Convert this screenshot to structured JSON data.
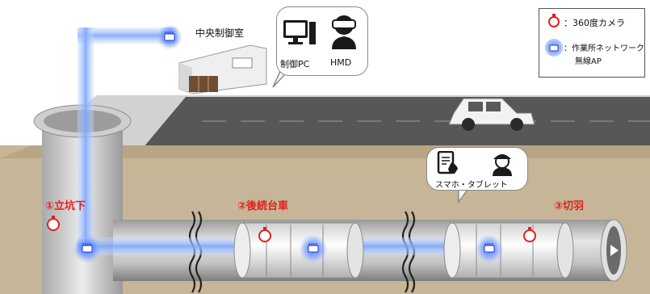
{
  "control_room": {
    "title": "中央制御室"
  },
  "control_bubble": {
    "pc_label": "制御PC",
    "hmd_label": "HMD"
  },
  "mobile_bubble": {
    "label": "スマホ・タブレット"
  },
  "legend": {
    "camera_label": "：360度カメラ",
    "ap_label_line1": "：作業所ネットワーク",
    "ap_label_line2": "無線AP"
  },
  "locations": {
    "shaft": "①立坑下",
    "cart": "②後続台車",
    "face": "③切羽"
  },
  "colors": {
    "camera": "#e02020",
    "ap": "#1f3fbf",
    "network_line": "#8fb0f0",
    "ground": "#c9b89a",
    "road": "#555555",
    "tunnel": "#b8b8b8"
  }
}
